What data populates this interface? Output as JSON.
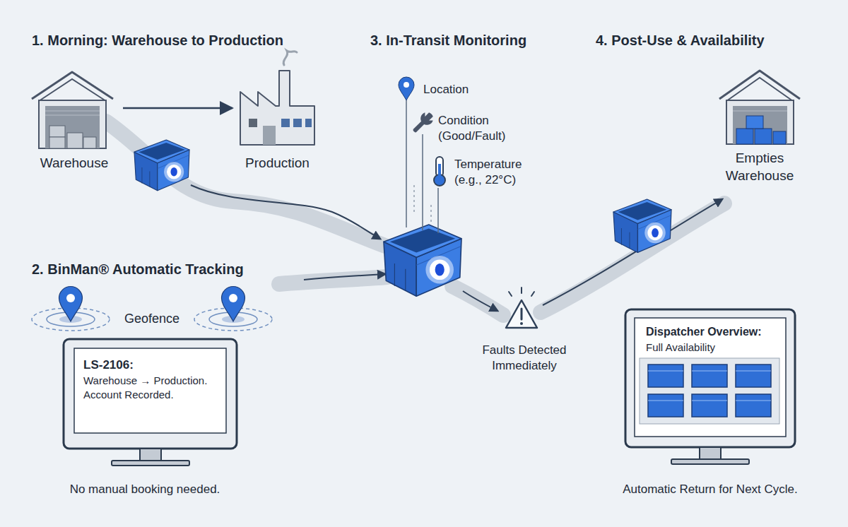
{
  "diagram": {
    "nodes": [
      {
        "text": [
          "Warehouse"
        ]
      },
      {
        "text": [
          "Production"
        ]
      },
      {
        "text": [
          "Empties Warehouse"
        ]
      },
      {
        "text": [
          "LS-2106:",
          "Warehouse → Production. Account Recorded."
        ]
      },
      {
        "text": [
          "Dispatcher Overview:",
          "Full Availability"
        ]
      }
    ],
    "edges": [
      {
        "from": 0,
        "to": 1,
        "arrow": "to"
      }
    ],
    "labels": [
      "1. Morning: Warehouse to Production",
      "3. In-Transit Monitoring",
      "4. Post-Use & Availability",
      "Location",
      "Condition (Good/Fault)",
      "Temperature (e.g., 22°C)",
      "2. BinMan® Automatic Tracking",
      "Geofence",
      "Faults Detected Immediately",
      "No manual booking needed.",
      "Automatic Return for Next Cycle."
    ]
  }
}
